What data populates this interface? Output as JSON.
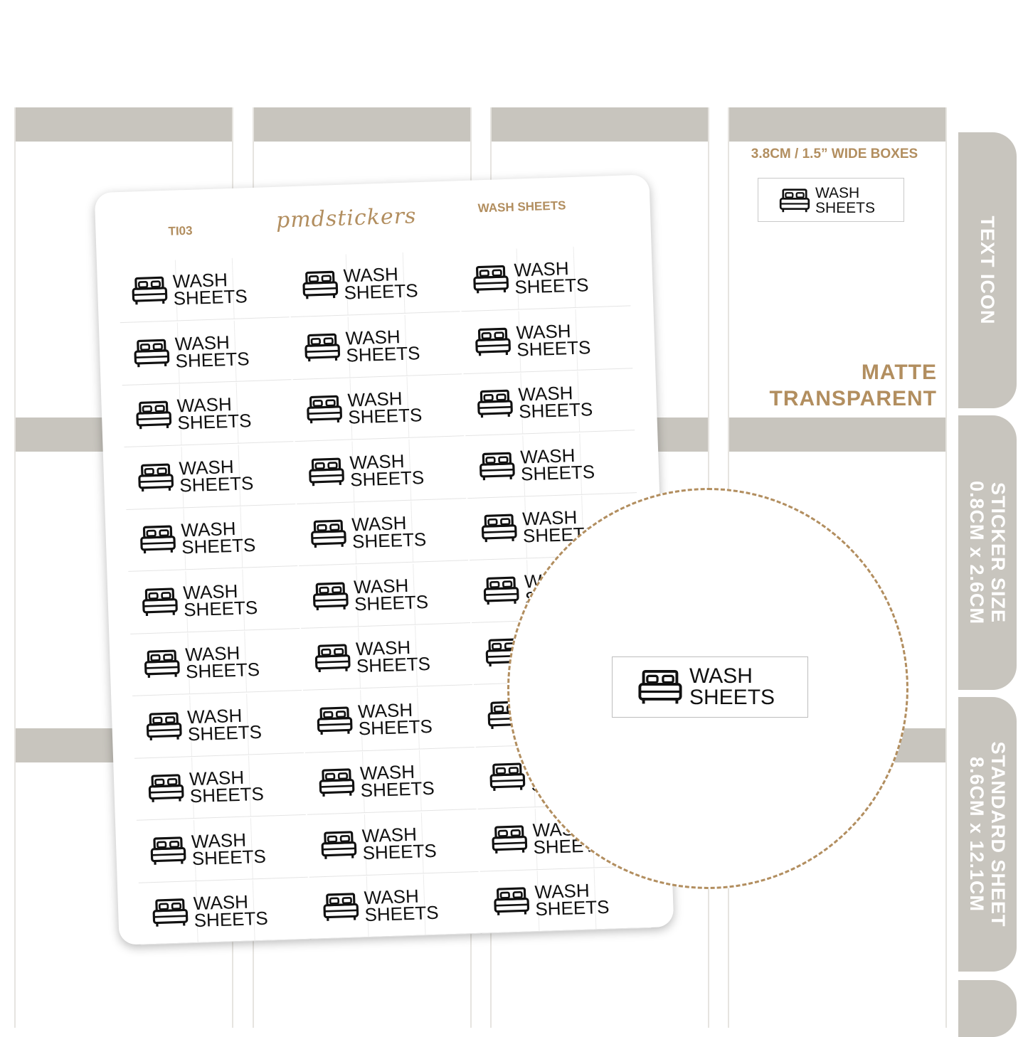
{
  "sheet": {
    "code": "TI03",
    "brand": "pmdstickers",
    "name": "WASH SHEETS",
    "sticker_line1": "WASH",
    "sticker_line2": "SHEETS",
    "icon": "bed-icon"
  },
  "info": {
    "box_width": "3.8CM / 1.5” WIDE BOXES",
    "finish_line1": "MATTE",
    "finish_line2": "TRANSPARENT"
  },
  "tabs": {
    "type": "TEXT ICON",
    "size_label": "STICKER SIZE",
    "size_value": "0.8CM x 2.6CM",
    "sheet_label": "STANDARD SHEET",
    "sheet_value": "8.6CM x 12.1CM"
  },
  "colors": {
    "accent": "#b28e5f",
    "planner_band": "#c8c5be"
  }
}
